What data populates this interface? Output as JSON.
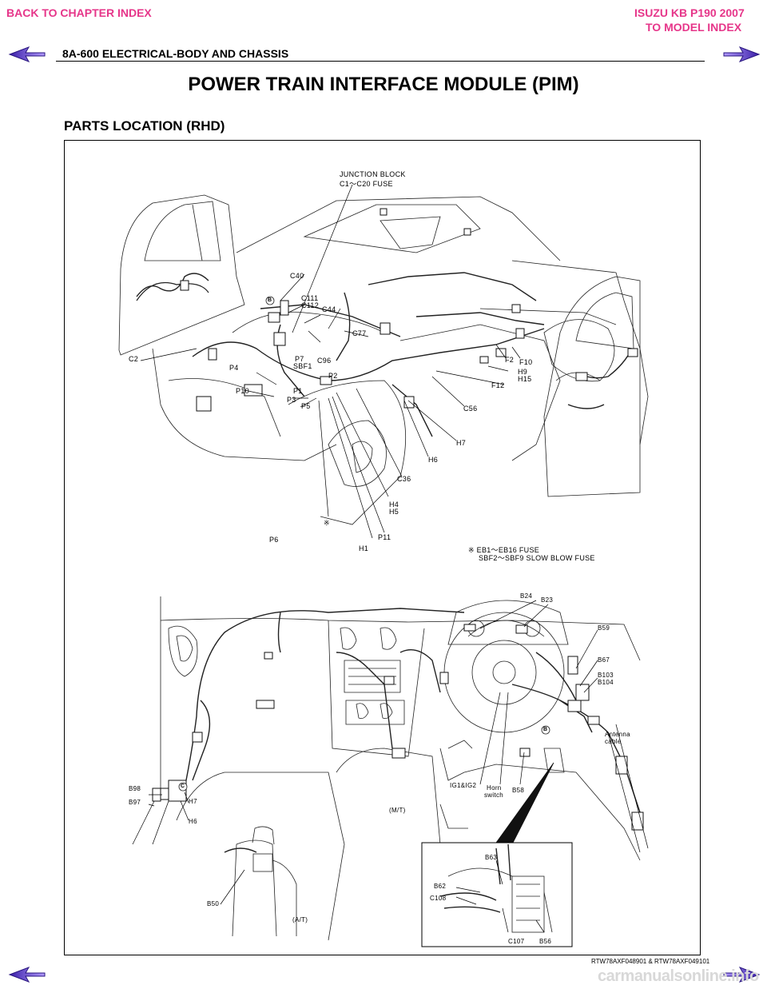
{
  "nav": {
    "back_chapter": "BACK TO CHAPTER INDEX",
    "model_line1": "ISUZU KB P190 2007",
    "model_line2": "TO MODEL INDEX",
    "accent_color": "#e6368a",
    "arrow_color": "#6b2fd6"
  },
  "header": {
    "section_code": "8A-600",
    "section_title": "ELECTRICAL-BODY AND CHASSIS"
  },
  "page": {
    "title": "POWER TRAIN INTERFACE MODULE (PIM)",
    "subtitle": "PARTS LOCATION (RHD)",
    "figure_code": "RTW78AXF048901 & RTW78AXF049101",
    "watermark": "carmanualsonline.info"
  },
  "figure_labels": {
    "junction_block_1": "JUNCTION BLOCK",
    "junction_block_2": "C1～C20 FUSE",
    "c40": "C40",
    "c111": "C111",
    "c112": "C112",
    "c44": "C44",
    "c77": "C77",
    "c2": "C2",
    "p7": "P7",
    "sbf1": "SBF1",
    "c96": "C96",
    "p4": "P4",
    "p2": "P2",
    "p10": "P10",
    "p1": "P1",
    "p3": "P3",
    "p5": "P5",
    "f2": "F2",
    "f10": "F10",
    "h9": "H9",
    "h15": "H15",
    "f12": "F12",
    "c56": "C56",
    "h7_top": "H7",
    "h6_top": "H6",
    "c36": "C36",
    "h4": "H4",
    "h5": "H5",
    "p6": "P6",
    "p11": "P11",
    "h1": "H1",
    "ref_mark": "※",
    "fuse_note_1": "※ EB1～EB16    FUSE",
    "fuse_note_2": "SBF2～SBF9  SLOW BLOW FUSE",
    "b24": "B24",
    "b23": "B23",
    "b59": "B59",
    "b67": "B67",
    "b103": "B103",
    "b104": "B104",
    "antenna_1": "Antenna",
    "antenna_2": "cable",
    "b98": "B98",
    "b97": "B97",
    "h7_bottom": "H7",
    "h6_bottom": "H6",
    "ig": "IG1&IG2",
    "horn_1": "Horn",
    "horn_2": "switch",
    "b58": "B58",
    "mt": "(M/T)",
    "b63": "B63",
    "b62": "B62",
    "c108": "C108",
    "c107": "C107",
    "b56": "B56",
    "b50": "B50",
    "at": "(A/T)",
    "marker_b": "B",
    "marker_c": "C"
  }
}
